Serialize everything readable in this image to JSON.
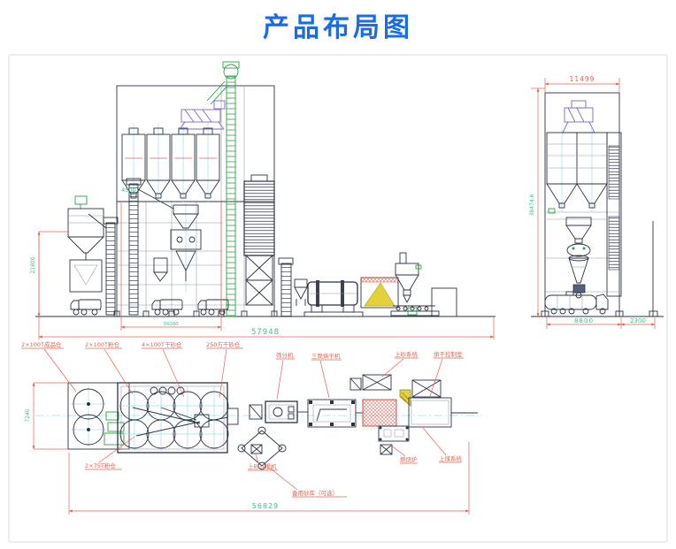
{
  "title": "产品布局图",
  "colors": {
    "title_blue": "#1b6be4",
    "line_dark": "#2b3442",
    "dim_red": "#e4614f",
    "dim_green": "#45b98c",
    "equip_green": "#27a343",
    "equip_purple": "#7b68c8",
    "centerline_cyan": "#9fdcf2",
    "flame_yellow": "#e3d13c"
  },
  "dims": {
    "main_total": "57948",
    "silo_span": "36000",
    "left_height": "21800",
    "level_mark": "4500",
    "side_width": "11499",
    "side_height": "38474.6",
    "side_span": "8800",
    "side_offset": "2300",
    "plan_total": "56829",
    "plan_depth": "7240"
  },
  "labels": {
    "finished_silo": "2×100T成品仓",
    "powder_silo_100": "2×100T粉仓",
    "dry_sand_silo_100": "4×100T干砂仓",
    "dry_sand_silo_250": "250方干砂仓",
    "screener": "筛分机",
    "dryer": "三筒烘干机",
    "sand_system": "上砂系统",
    "drying_control_room": "烘干控制室",
    "powder_silo_75": "2×75T粉仓",
    "sand_elevator": "上砂斗提机",
    "spare_sand_yard": "备用砂库（可选）",
    "furnace": "燃烧炉",
    "coal_system": "上煤系统"
  }
}
